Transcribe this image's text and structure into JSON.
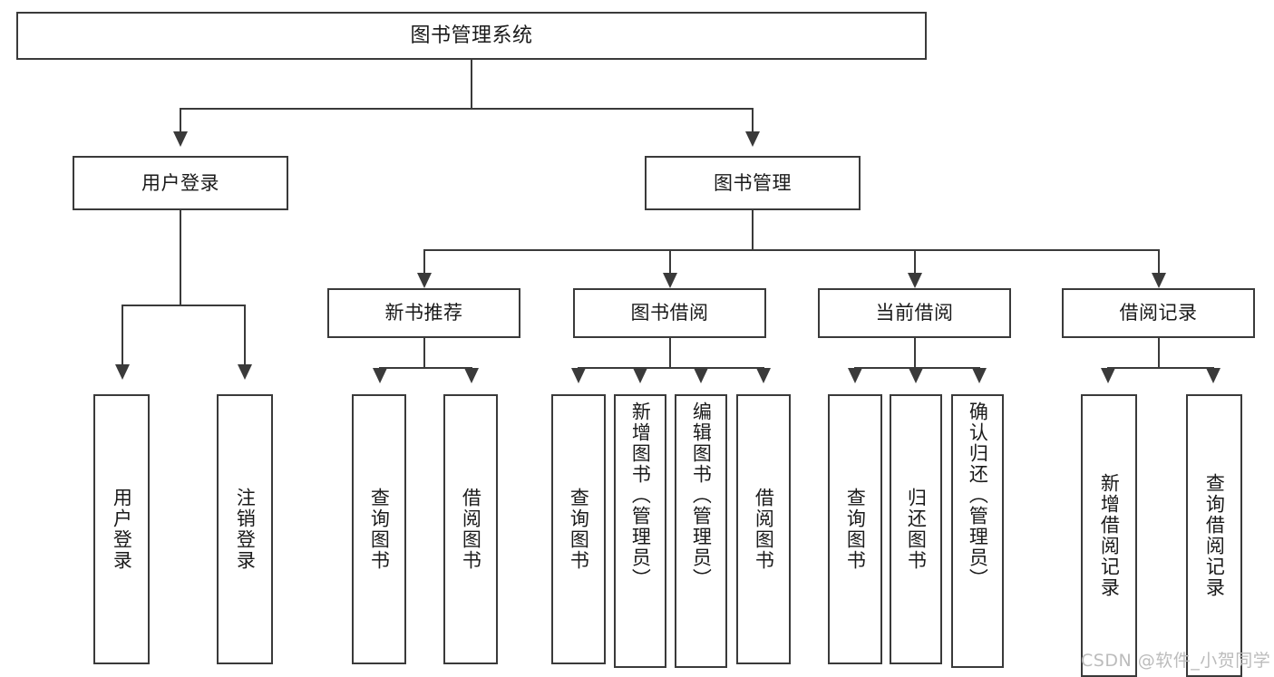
{
  "diagram": {
    "type": "tree-hierarchy-chart",
    "title": "图书管理系统",
    "colors": {
      "stroke": "#3a3a3a",
      "fill": "#ffffff",
      "text": "#1a1a1a",
      "watermark": "#bcbcbc",
      "background": "#ffffff"
    },
    "root": {
      "label": "图书管理系统"
    },
    "level2": [
      {
        "label": "用户登录"
      },
      {
        "label": "图书管理"
      }
    ],
    "level3": [
      {
        "label": "新书推荐"
      },
      {
        "label": "图书借阅"
      },
      {
        "label": "当前借阅"
      },
      {
        "label": "借阅记录"
      }
    ],
    "leaves": {
      "user_login": [
        {
          "label": "用户登录"
        },
        {
          "label": "注销登录"
        }
      ],
      "new_book_recommend": [
        {
          "label": "查询图书"
        },
        {
          "label": "借阅图书"
        }
      ],
      "book_borrow": [
        {
          "label": "查询图书"
        },
        {
          "label": "新增图书（管理员）"
        },
        {
          "label": "编辑图书（管理员）"
        },
        {
          "label": "借阅图书"
        }
      ],
      "current_borrow": [
        {
          "label": "查询图书"
        },
        {
          "label": "归还图书"
        },
        {
          "label": "确认归还（管理员）"
        }
      ],
      "borrow_record": [
        {
          "label": "新增借阅记录"
        },
        {
          "label": "查询借阅记录"
        }
      ]
    },
    "watermark": "CSDN @软件_小贺同学"
  }
}
